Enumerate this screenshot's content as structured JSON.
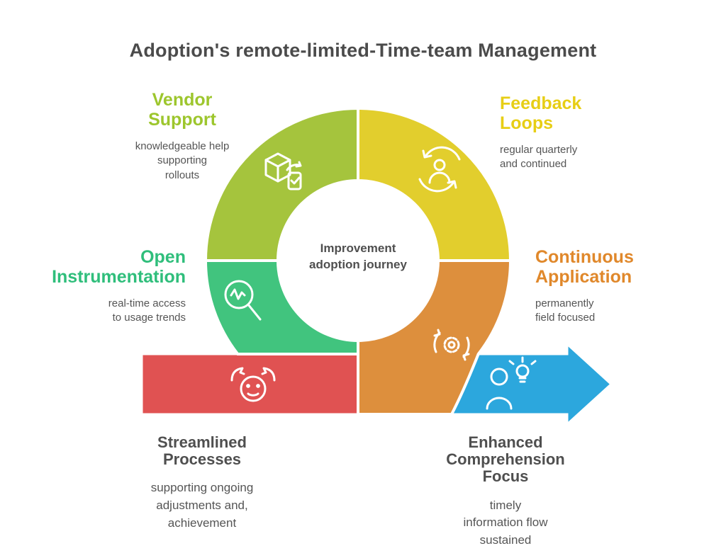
{
  "title": "Adoption's remote-limited-Time-team Management",
  "center": {
    "line1": "Improvement",
    "line2": "adoption journey"
  },
  "labels": {
    "vendor": {
      "heading": [
        "Vendor",
        "Support"
      ],
      "body": [
        "knowledgeable help",
        "supporting",
        "rollouts"
      ]
    },
    "feedback": {
      "heading": [
        "Feedback",
        "Loops"
      ],
      "body": [
        "regular quarterly",
        "and continued"
      ]
    },
    "open": {
      "heading": [
        "Open",
        "Instrumentation"
      ],
      "body": [
        "real-time access",
        "to usage trends"
      ]
    },
    "continuous": {
      "heading": [
        "Continuous",
        "Application"
      ],
      "body": [
        "permanently",
        "field focused"
      ]
    },
    "bottom_left": {
      "heading": [
        "Streamlined",
        "Processes"
      ],
      "body": [
        "supporting ongoing",
        "adjustments and,",
        "achievement"
      ]
    },
    "bottom_right": {
      "heading": [
        "Enhanced",
        "Comprehension",
        "Focus"
      ],
      "body": [
        "timely",
        "information flow",
        "sustained"
      ]
    }
  },
  "icons": {
    "vendor": "package-sync-icon",
    "feedback": "user-loop-icon",
    "open": "magnifier-pulse-icon",
    "hands": "hands-face-icon",
    "continuous": "gear-sync-icon",
    "arrow": "person-idea-icon"
  },
  "colors": {
    "segment_green": "#a5c43d",
    "segment_yellow": "#e2ce2d",
    "segment_teal": "#41c47e",
    "segment_orange": "#dd8f3d",
    "bar_red": "#e05252",
    "arrow_blue": "#2ca7dd",
    "label_vendor": "#9dc62d",
    "label_feedback": "#e7ce15",
    "label_open": "#2fbe7b",
    "label_continuous": "#e0882b",
    "title_text": "#4b4b4b",
    "body_text": "#555555"
  }
}
